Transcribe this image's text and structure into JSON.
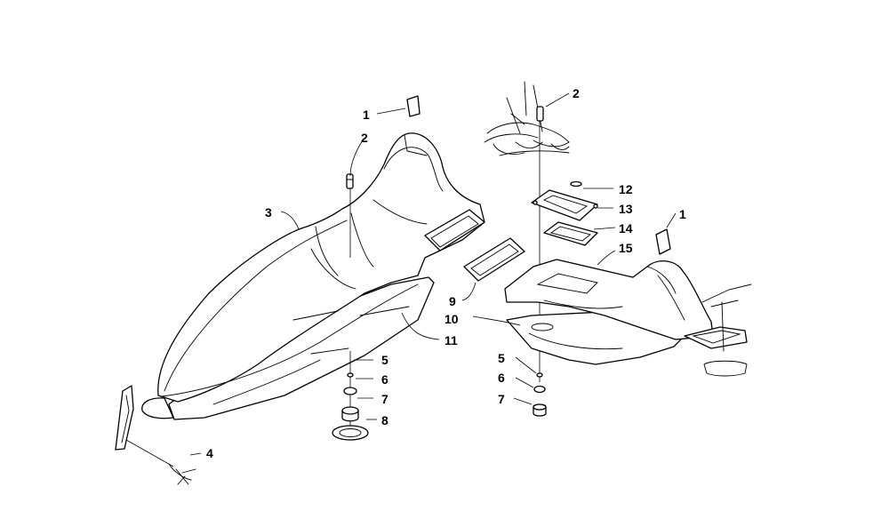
{
  "diagram": {
    "callouts": [
      {
        "id": "c1a",
        "label": "1"
      },
      {
        "id": "c2a",
        "label": "2"
      },
      {
        "id": "c3",
        "label": "3"
      },
      {
        "id": "c4",
        "label": "4"
      },
      {
        "id": "c5a",
        "label": "5"
      },
      {
        "id": "c6a",
        "label": "6"
      },
      {
        "id": "c7a",
        "label": "7"
      },
      {
        "id": "c8",
        "label": "8"
      },
      {
        "id": "c9",
        "label": "9"
      },
      {
        "id": "c10",
        "label": "10"
      },
      {
        "id": "c11",
        "label": "11"
      },
      {
        "id": "c2b",
        "label": "2"
      },
      {
        "id": "c12",
        "label": "12"
      },
      {
        "id": "c13",
        "label": "13"
      },
      {
        "id": "c14",
        "label": "14"
      },
      {
        "id": "c15",
        "label": "15"
      },
      {
        "id": "c1b",
        "label": "1"
      },
      {
        "id": "c5b",
        "label": "5"
      },
      {
        "id": "c6b",
        "label": "6"
      },
      {
        "id": "c7b",
        "label": "7"
      }
    ]
  }
}
